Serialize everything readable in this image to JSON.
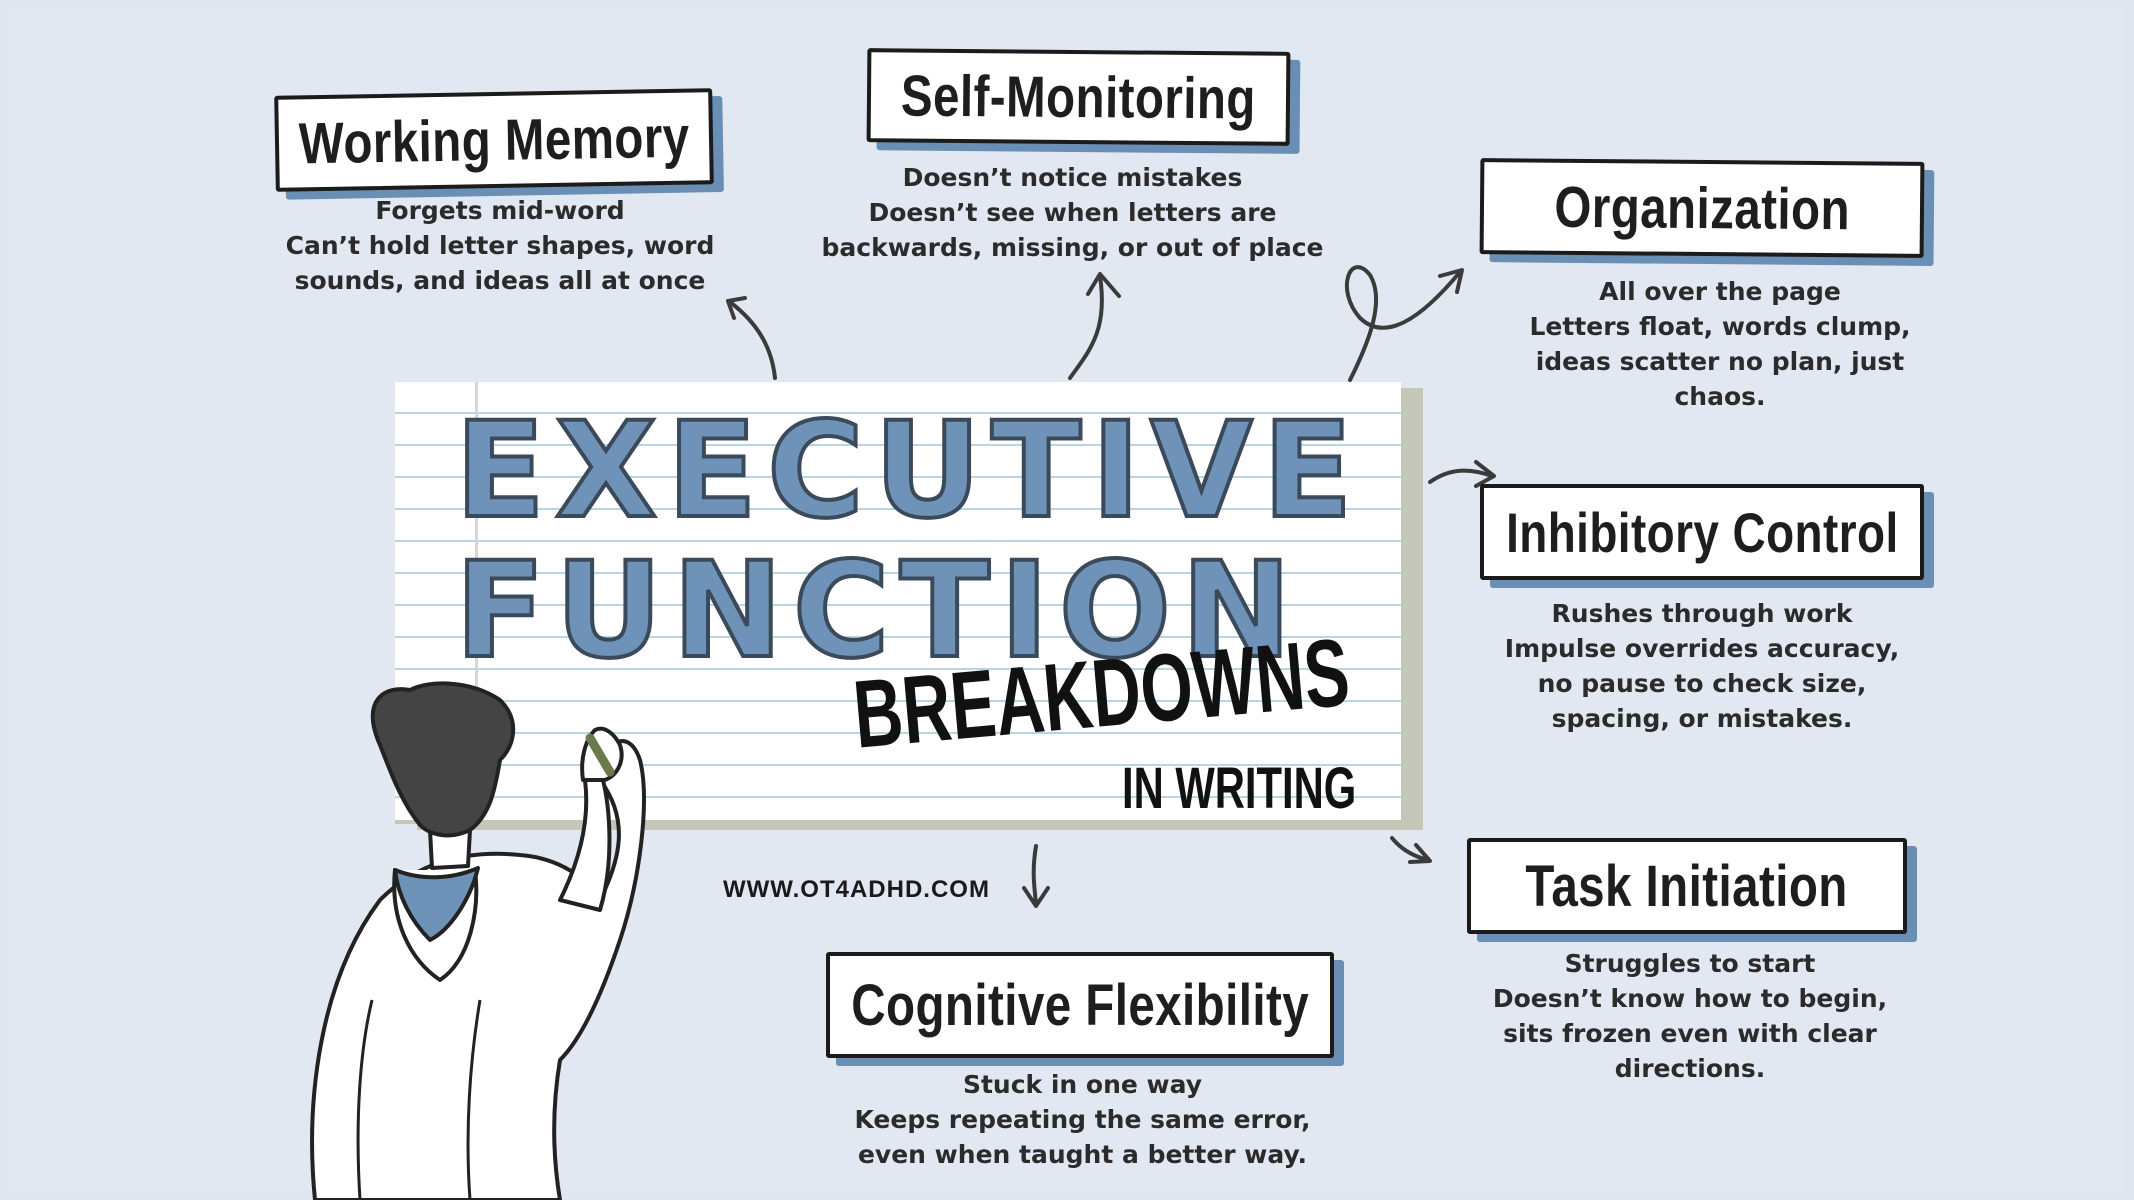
{
  "title": {
    "line1": "EXECUTIVE",
    "line2": "FUNCTION",
    "line3": "BREAKDOWNS",
    "line4": "IN WRITING"
  },
  "website": "WWW.OT4ADHD.COM",
  "colors": {
    "background": "#e1e8f1",
    "accent_blue": "#6f93b8",
    "box_shadow": "#6a8fb5",
    "ink": "#1b1b1b"
  },
  "sections": {
    "working_memory": {
      "label": "Working Memory",
      "lines": [
        "Forgets mid-word",
        "Can’t hold letter shapes, word",
        "sounds, and ideas all at once"
      ]
    },
    "self_monitoring": {
      "label": "Self-Monitoring",
      "lines": [
        "Doesn’t notice mistakes",
        "Doesn’t see when letters are",
        "backwards, missing, or out of place"
      ]
    },
    "organization": {
      "label": "Organization",
      "lines": [
        "All over the page",
        "Letters float, words clump,",
        "ideas scatter no plan, just",
        "chaos."
      ]
    },
    "inhibitory_control": {
      "label": "Inhibitory Control",
      "lines": [
        "Rushes through work",
        "Impulse overrides accuracy,",
        "no pause to check size,",
        "spacing, or mistakes."
      ]
    },
    "task_initiation": {
      "label": "Task Initiation",
      "lines": [
        "Struggles to start",
        "Doesn’t know how to begin,",
        "sits frozen even with clear",
        "directions."
      ]
    },
    "cognitive_flexibility": {
      "label": "Cognitive Flexibility",
      "lines": [
        "Stuck in one way",
        "Keeps repeating the same error,",
        "even when taught a better way."
      ]
    }
  }
}
